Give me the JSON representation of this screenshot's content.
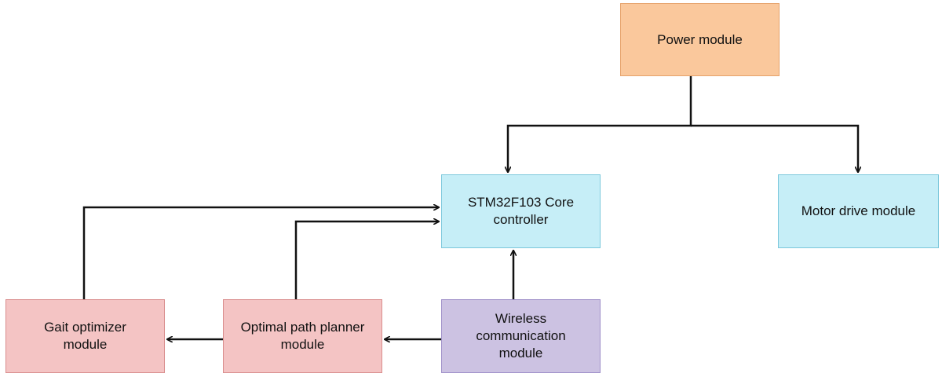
{
  "colors": {
    "orange_fill": "#fac89c",
    "orange_border": "#e6a26a",
    "blue_fill": "#c6eef7",
    "blue_border": "#7cc8dc",
    "red_fill": "#f4c4c4",
    "red_border": "#d98d8d",
    "purple_fill": "#ccc2e2",
    "purple_border": "#9f90c9",
    "connector": "#111111"
  },
  "nodes": {
    "power": {
      "label": "Power module"
    },
    "core": {
      "label": "STM32F103 Core\ncontroller"
    },
    "motor": {
      "label": "Motor drive module"
    },
    "gait": {
      "label": "Gait optimizer\nmodule"
    },
    "planner": {
      "label": "Optimal path planner\nmodule"
    },
    "wireless": {
      "label": "Wireless\ncommunication\nmodule"
    }
  },
  "edges": [
    {
      "from": "power",
      "to": "core"
    },
    {
      "from": "power",
      "to": "motor"
    },
    {
      "from": "gait",
      "to": "core"
    },
    {
      "from": "planner",
      "to": "core"
    },
    {
      "from": "wireless",
      "to": "core"
    },
    {
      "from": "wireless",
      "to": "planner"
    },
    {
      "from": "planner",
      "to": "gait"
    }
  ]
}
